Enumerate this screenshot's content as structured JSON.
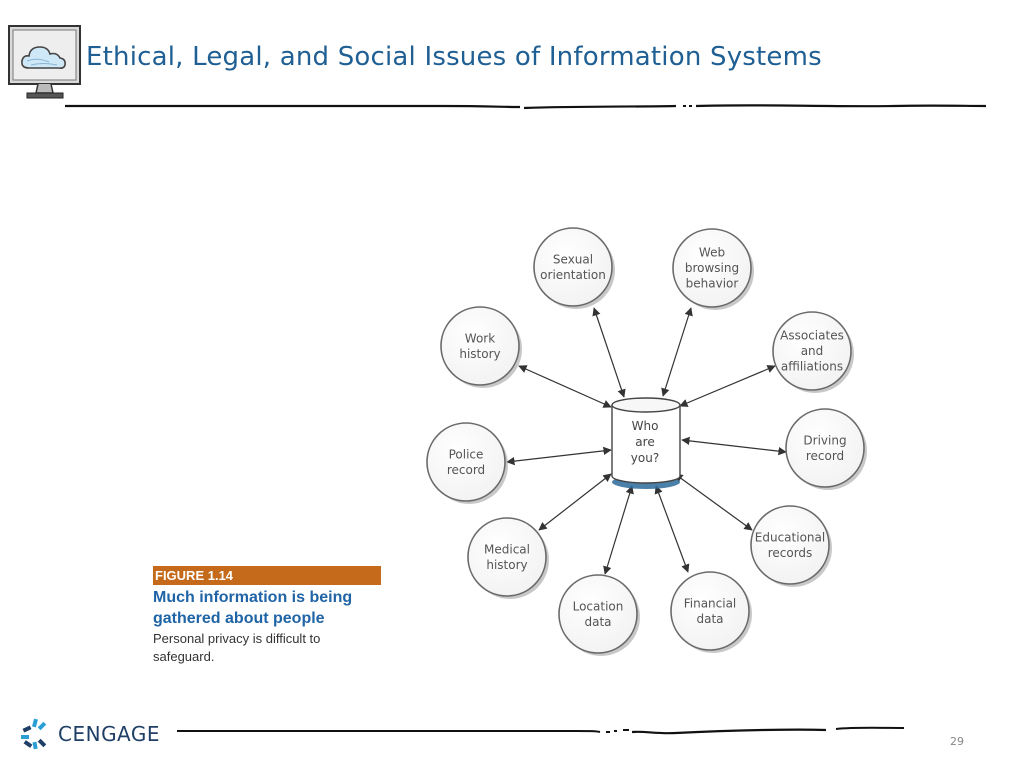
{
  "slide": {
    "title": "Ethical, Legal, and Social Issues of Information Systems",
    "page_number": "29"
  },
  "brand": {
    "name": "CENGAGE",
    "color": "#1f3f66",
    "accent": "#2a9fd6"
  },
  "icons": {
    "header": "cloud-monitor-icon",
    "brand": "cengage-logo-icon"
  },
  "colors": {
    "title": "#1f5f93",
    "figure_label_bg": "#c56a1a",
    "figure_headline": "#1f64a6"
  },
  "diagram": {
    "center": {
      "lines": [
        "Who",
        "are",
        "you?"
      ]
    },
    "nodes": [
      {
        "id": "sexual-orientation",
        "lines": [
          "Sexual",
          "orientation"
        ]
      },
      {
        "id": "web-browsing-behavior",
        "lines": [
          "Web",
          "browsing",
          "behavior"
        ]
      },
      {
        "id": "associates-and-affiliations",
        "lines": [
          "Associates",
          "and",
          "affiliations"
        ]
      },
      {
        "id": "driving-record",
        "lines": [
          "Driving",
          "record"
        ]
      },
      {
        "id": "educational-records",
        "lines": [
          "Educational",
          "records"
        ]
      },
      {
        "id": "financial-data",
        "lines": [
          "Financial",
          "data"
        ]
      },
      {
        "id": "location-data",
        "lines": [
          "Location",
          "data"
        ]
      },
      {
        "id": "medical-history",
        "lines": [
          "Medical",
          "history"
        ]
      },
      {
        "id": "police-record",
        "lines": [
          "Police",
          "record"
        ]
      },
      {
        "id": "work-history",
        "lines": [
          "Work",
          "history"
        ]
      }
    ]
  },
  "figure": {
    "label_prefix": "FIGURE ",
    "label_number": "1.14",
    "headline": "Much information is being gathered about people",
    "body": "Personal privacy is difficult to safeguard."
  }
}
